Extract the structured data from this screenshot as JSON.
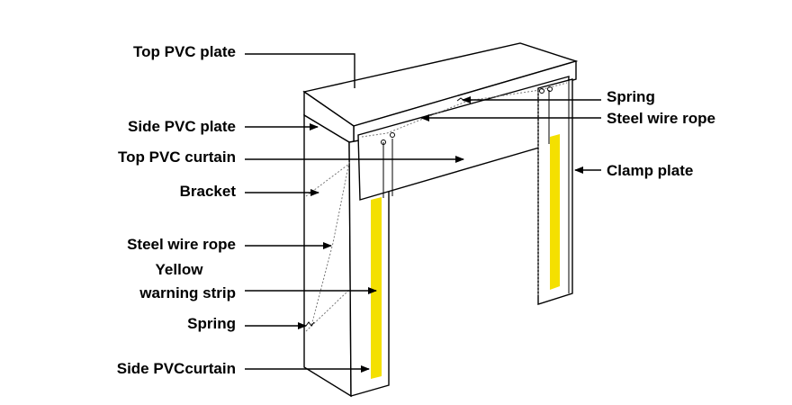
{
  "diagram": {
    "labels": {
      "top_pvc_plate": "Top PVC plate",
      "side_pvc_plate": "Side PVC plate",
      "top_pvc_curtain": "Top PVC curtain",
      "bracket": "Bracket",
      "steel_wire_rope_left": "Steel wire rope",
      "yellow": "Yellow",
      "warning_strip": "warning strip",
      "spring_left": "Spring",
      "side_pvc_curtain": "Side PVCcurtain",
      "spring_right": "Spring",
      "steel_wire_rope_right": "Steel wire rope",
      "clamp_plate": "Clamp plate"
    },
    "colors": {
      "warning_strip": "#f4e000",
      "line": "#000000",
      "background": "#ffffff"
    }
  }
}
